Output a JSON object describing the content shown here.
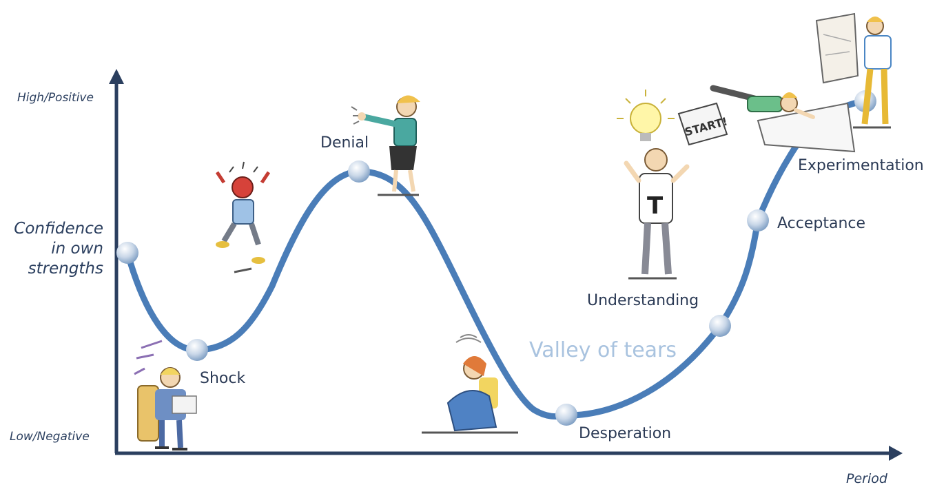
{
  "colors": {
    "axis": "#2b3f5f",
    "curve": "#4a7db8",
    "marker_light": "#ffffff",
    "marker_dark": "#7f9fc4",
    "valley_text": "#a9c3df"
  },
  "axes": {
    "y_top": "High/Positive",
    "y_bottom": "Low/Negative",
    "x_label": "Period",
    "y_title": [
      "Confidence",
      "in own",
      "strengths"
    ]
  },
  "stages": [
    {
      "label": "Shock",
      "icon": "person-at-computer-icon"
    },
    {
      "label": "Denial",
      "icon": "person-refusing-icon"
    },
    {
      "label": "Desperation",
      "icon": "person-sitting-hugging-knees-icon"
    },
    {
      "label": "Understanding",
      "icon": "lightbulb-icon"
    },
    {
      "label": "Acceptance",
      "icon": "person-flying-icon"
    },
    {
      "label": "Experimentation",
      "icon": "person-holding-map-icon"
    }
  ],
  "valley_label": "Valley of tears",
  "annotations": {
    "sign_text": "START!",
    "shirt_letter": "T"
  },
  "illustration_icons": [
    "angry-person-icon",
    "start-sign-icon"
  ]
}
